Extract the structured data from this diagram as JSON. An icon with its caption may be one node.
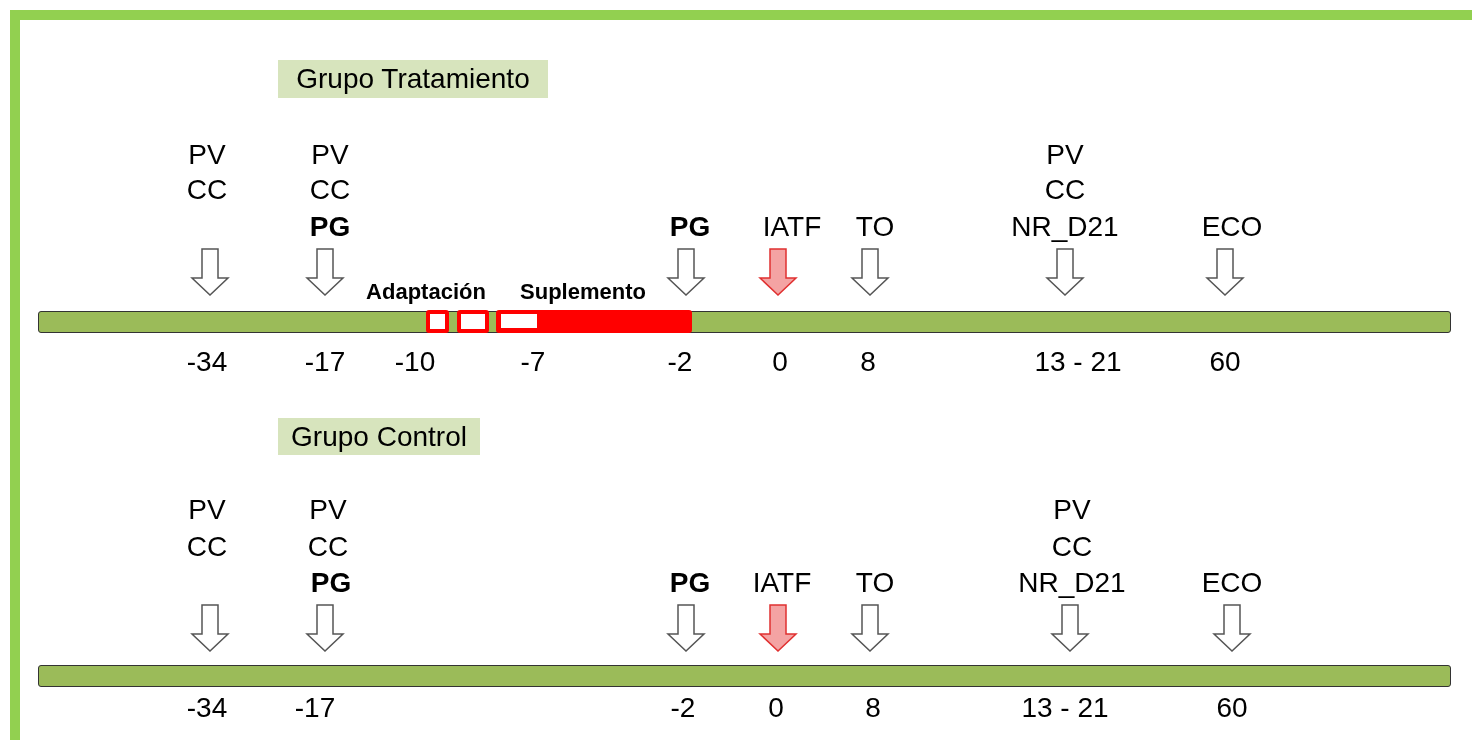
{
  "diagram": {
    "nodes": [
      {
        "text": [
          "Grupo Tratamiento"
        ]
      },
      {
        "text": [],
        "shape": "bar"
      },
      {
        "text": [
          "Grupo Control"
        ]
      },
      {
        "text": [],
        "shape": "bar"
      }
    ],
    "labels": [
      "PV",
      "CC",
      "PV",
      "CC",
      "PG",
      "PG",
      "IATF",
      "TO",
      "PV",
      "CC",
      "NR_D21",
      "ECO",
      "Adaptación",
      "Suplemento",
      "-34",
      "-17",
      "-10",
      "-7",
      "-2",
      "0",
      "8",
      "13 - 21",
      "60",
      "PV",
      "CC",
      "PV",
      "CC",
      "PG",
      "PG",
      "IATF",
      "TO",
      "PV",
      "CC",
      "NR_D21",
      "ECO",
      "-34",
      "-17",
      "-2",
      "0",
      "8",
      "13 - 21",
      "60"
    ]
  }
}
